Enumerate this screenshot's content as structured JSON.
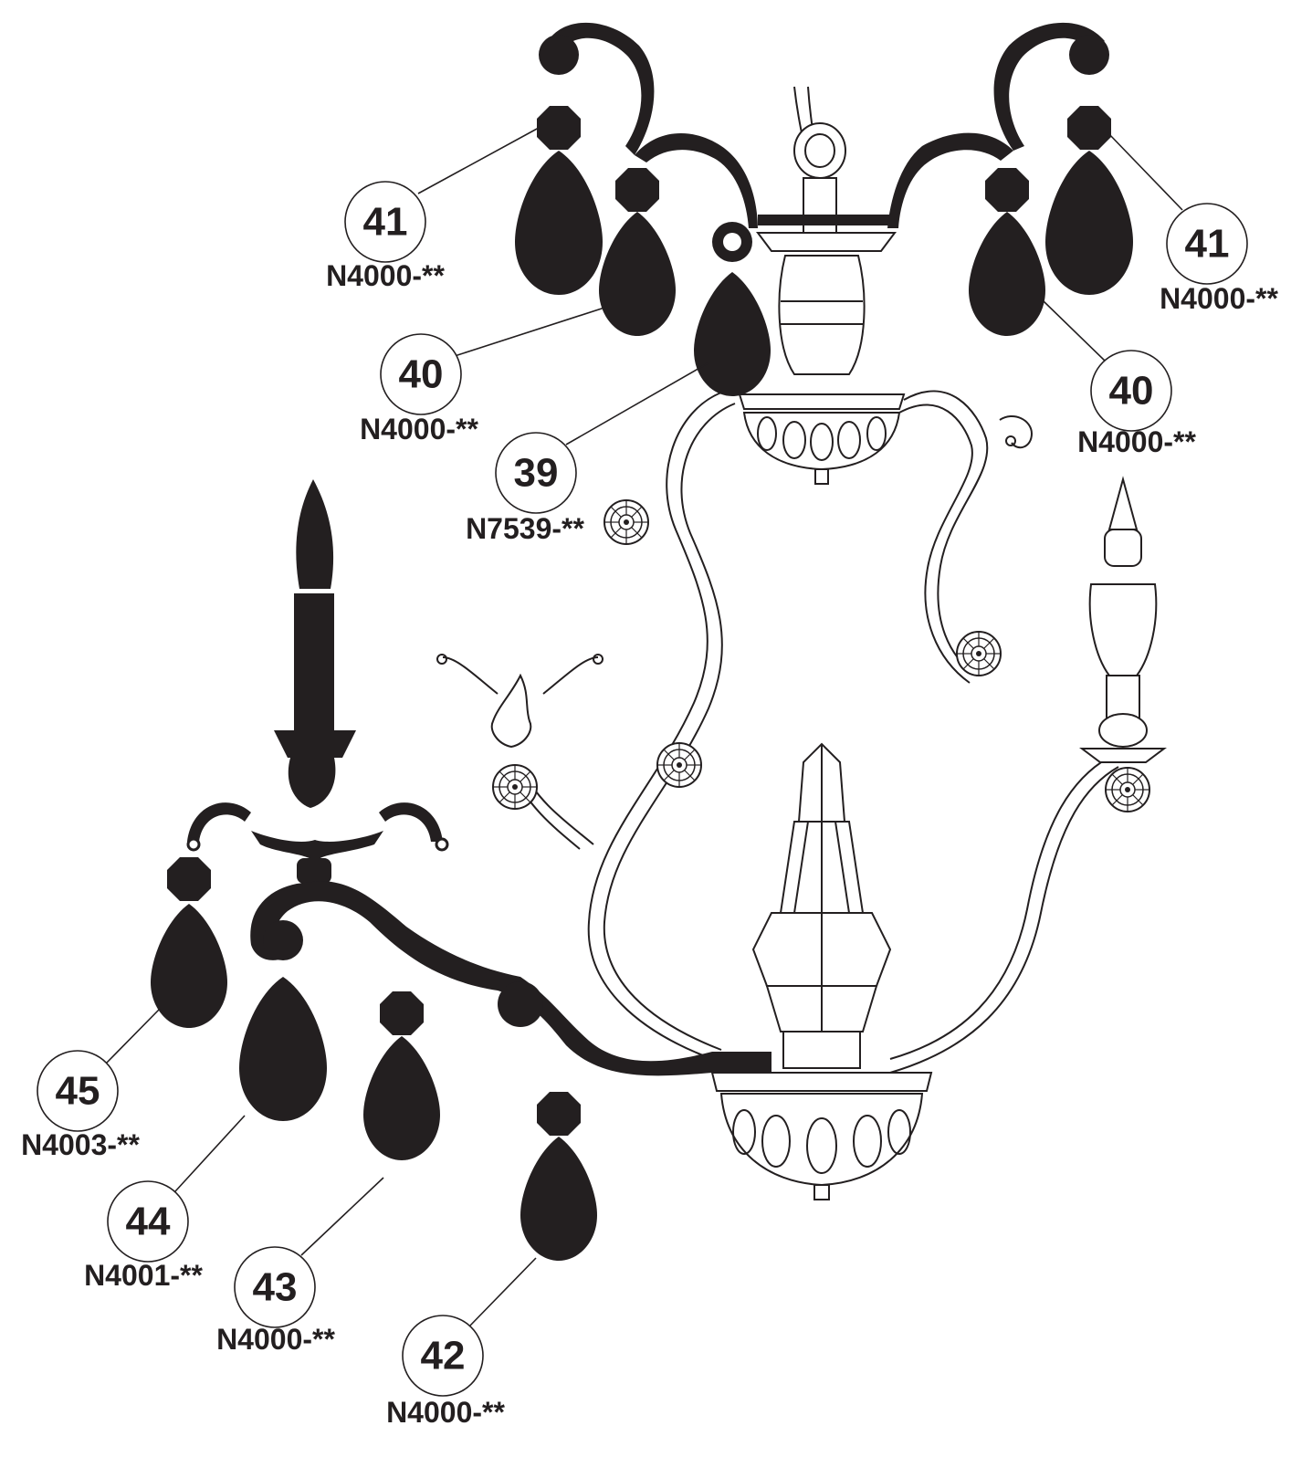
{
  "callouts": [
    {
      "number": "41",
      "part": "N4000-**"
    },
    {
      "number": "41",
      "part": "N4000-**"
    },
    {
      "number": "40",
      "part": "N4000-**"
    },
    {
      "number": "40",
      "part": "N4000-**"
    },
    {
      "number": "39",
      "part": "N7539-**"
    },
    {
      "number": "45",
      "part": "N4003-**"
    },
    {
      "number": "44",
      "part": "N4001-**"
    },
    {
      "number": "43",
      "part": "N4000-**"
    },
    {
      "number": "42",
      "part": "N4000-**"
    }
  ],
  "colors": {
    "ink": "#231f20",
    "background": "#ffffff"
  }
}
